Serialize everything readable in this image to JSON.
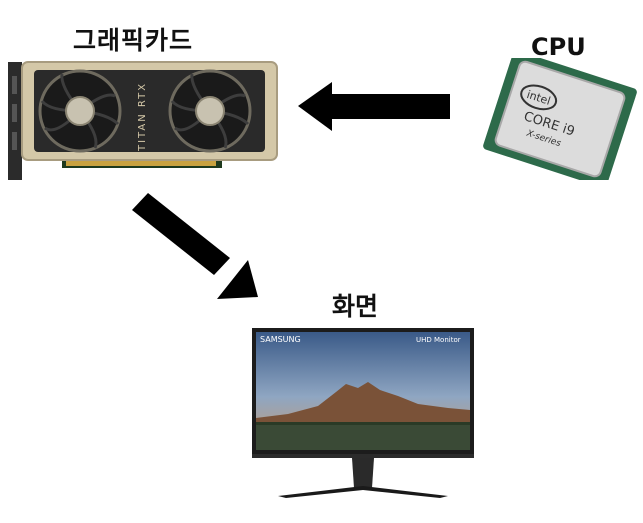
{
  "labels": {
    "gpu": "그래픽카드",
    "cpu": "CPU",
    "screen": "화면"
  },
  "gpu_card": {
    "model_text": "TITAN RTX"
  },
  "cpu_chip": {
    "brand": "intel",
    "line1": "CORE i9",
    "line2": "X-series"
  },
  "monitor": {
    "brand": "SAMSUNG",
    "badge": "UHD Monitor"
  },
  "colors": {
    "arrow": "#000000",
    "gpu_shroud": "#d4c8a8",
    "gpu_fan": "#1a1a1a",
    "monitor_frame": "#1c1c1c"
  }
}
